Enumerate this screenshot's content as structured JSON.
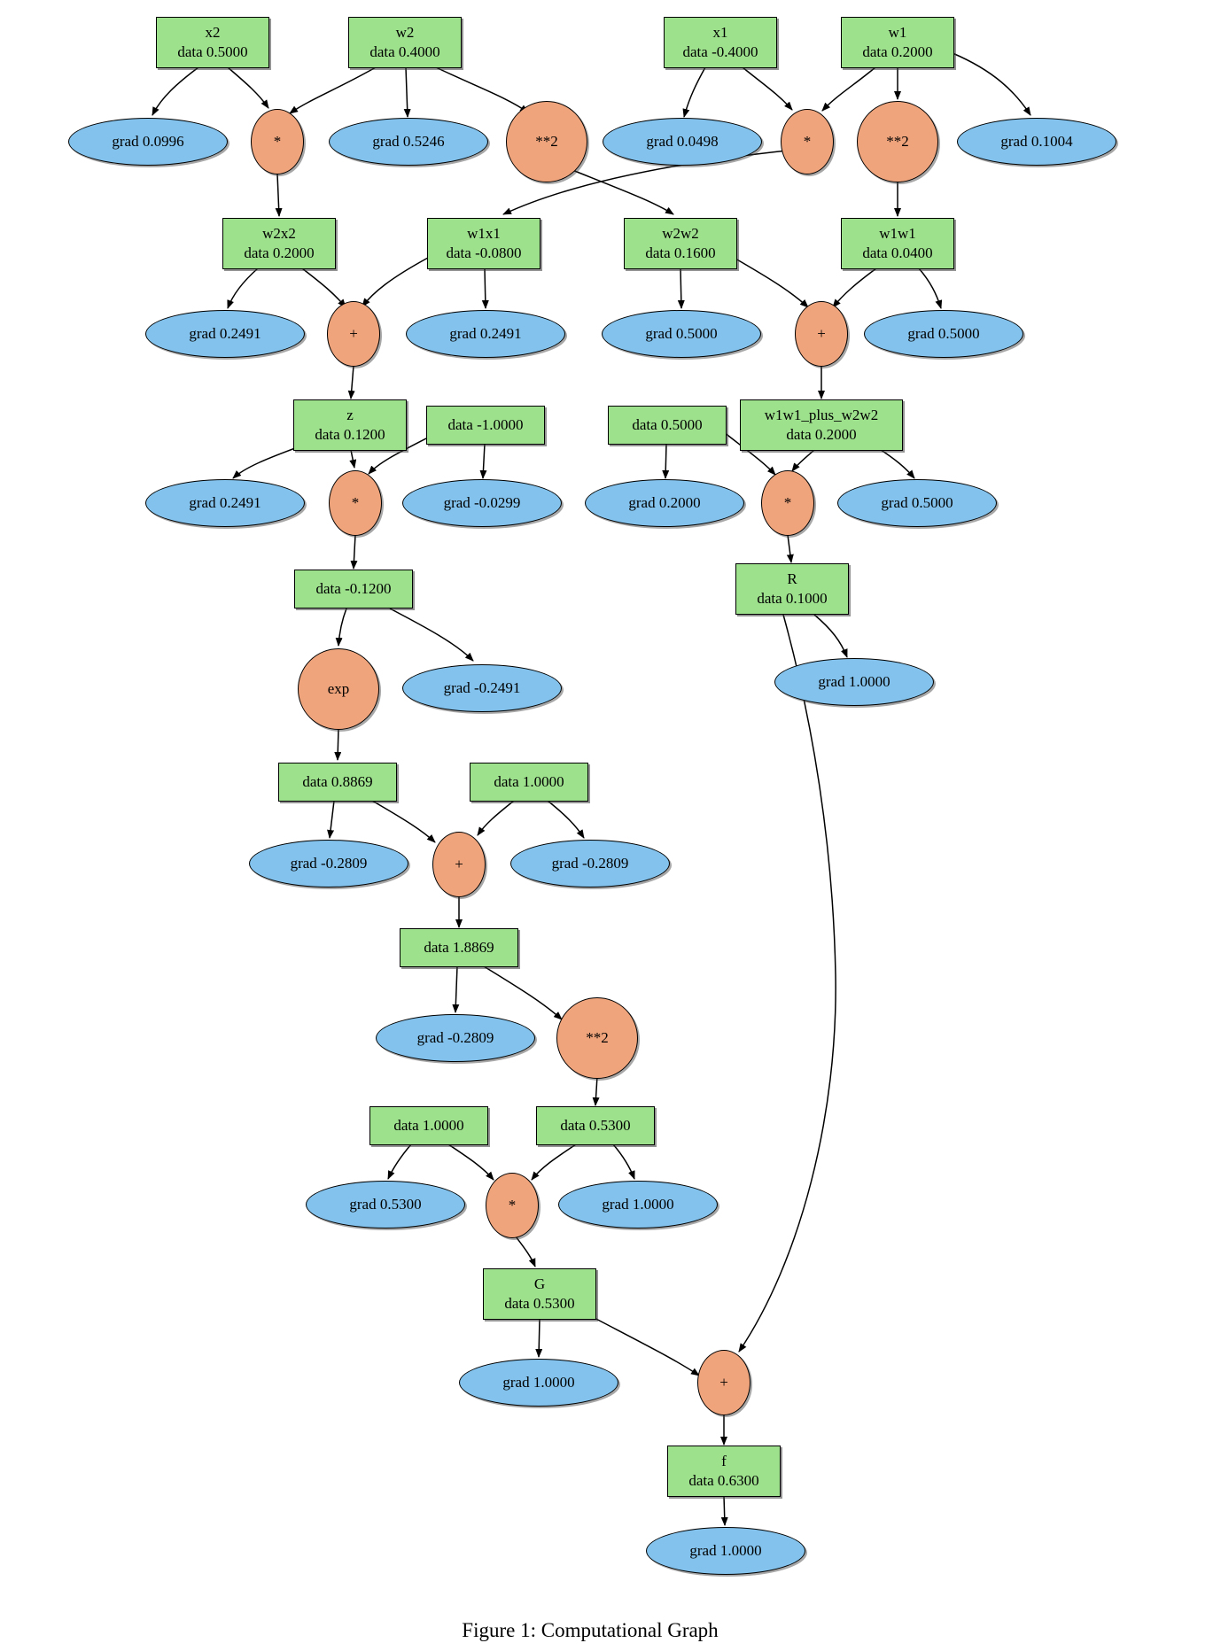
{
  "figure": {
    "caption": "Figure 1: Computational Graph"
  },
  "colors": {
    "value_box_fill": "#9de18d",
    "grad_ellipse_fill": "#82c2ec",
    "op_node_fill": "#f0a47c",
    "edge_stroke": "#000000",
    "background": "#ffffff"
  },
  "boxes": {
    "x2": {
      "label": "x2",
      "value": "data 0.5000"
    },
    "w2": {
      "label": "w2",
      "value": "data 0.4000"
    },
    "x1": {
      "label": "x1",
      "value": "data -0.4000"
    },
    "w1": {
      "label": "w1",
      "value": "data 0.2000"
    },
    "w2x2": {
      "label": "w2x2",
      "value": "data 0.2000"
    },
    "w1x1": {
      "label": "w1x1",
      "value": "data -0.0800"
    },
    "w2w2": {
      "label": "w2w2",
      "value": "data 0.1600"
    },
    "w1w1": {
      "label": "w1w1",
      "value": "data 0.0400"
    },
    "z": {
      "label": "z",
      "value": "data 0.1200"
    },
    "const_neg1": {
      "value": "data -1.0000"
    },
    "const_half": {
      "value": "data 0.5000"
    },
    "w1w1_plus_w2w2": {
      "label": "w1w1_plus_w2w2",
      "value": "data 0.2000"
    },
    "neg_z": {
      "value": "data -0.1200"
    },
    "R": {
      "label": "R",
      "value": "data 0.1000"
    },
    "exp_out": {
      "value": "data 0.8869"
    },
    "const_one_a": {
      "value": "data 1.0000"
    },
    "sum_out": {
      "value": "data 1.8869"
    },
    "const_one_b": {
      "value": "data 1.0000"
    },
    "sq_out": {
      "value": "data 0.5300"
    },
    "G": {
      "label": "G",
      "value": "data 0.5300"
    },
    "f": {
      "label": "f",
      "value": "data 0.6300"
    }
  },
  "grads": {
    "x2": "grad 0.0996",
    "w2": "grad 0.5246",
    "x1": "grad 0.0498",
    "w1": "grad 0.1004",
    "w2x2": "grad 0.2491",
    "w1x1": "grad 0.2491",
    "w2w2": "grad 0.5000",
    "w1w1": "grad 0.5000",
    "z": "grad 0.2491",
    "const_neg1": "grad -0.0299",
    "const_half": "grad 0.2000",
    "w1w1_plus_w2w2": "grad 0.5000",
    "neg_z": "grad -0.2491",
    "R": "grad 1.0000",
    "exp_out": "grad -0.2809",
    "const_one_a": "grad -0.2809",
    "sum_out": "grad -0.2809",
    "const_one_b": "grad 0.5300",
    "sq_out": "grad 1.0000",
    "G": "grad 1.0000",
    "f": "grad 1.0000"
  },
  "ops": {
    "mul_w2x2": "*",
    "pow2_w2": "**2",
    "mul_w1x1": "*",
    "pow2_w1": "**2",
    "add_z": "+",
    "add_sum": "+",
    "mul_z": "*",
    "mul_R": "*",
    "exp": "exp",
    "add_exp1": "+",
    "pow2_sum": "**2",
    "mul_G": "*",
    "add_f": "+"
  }
}
